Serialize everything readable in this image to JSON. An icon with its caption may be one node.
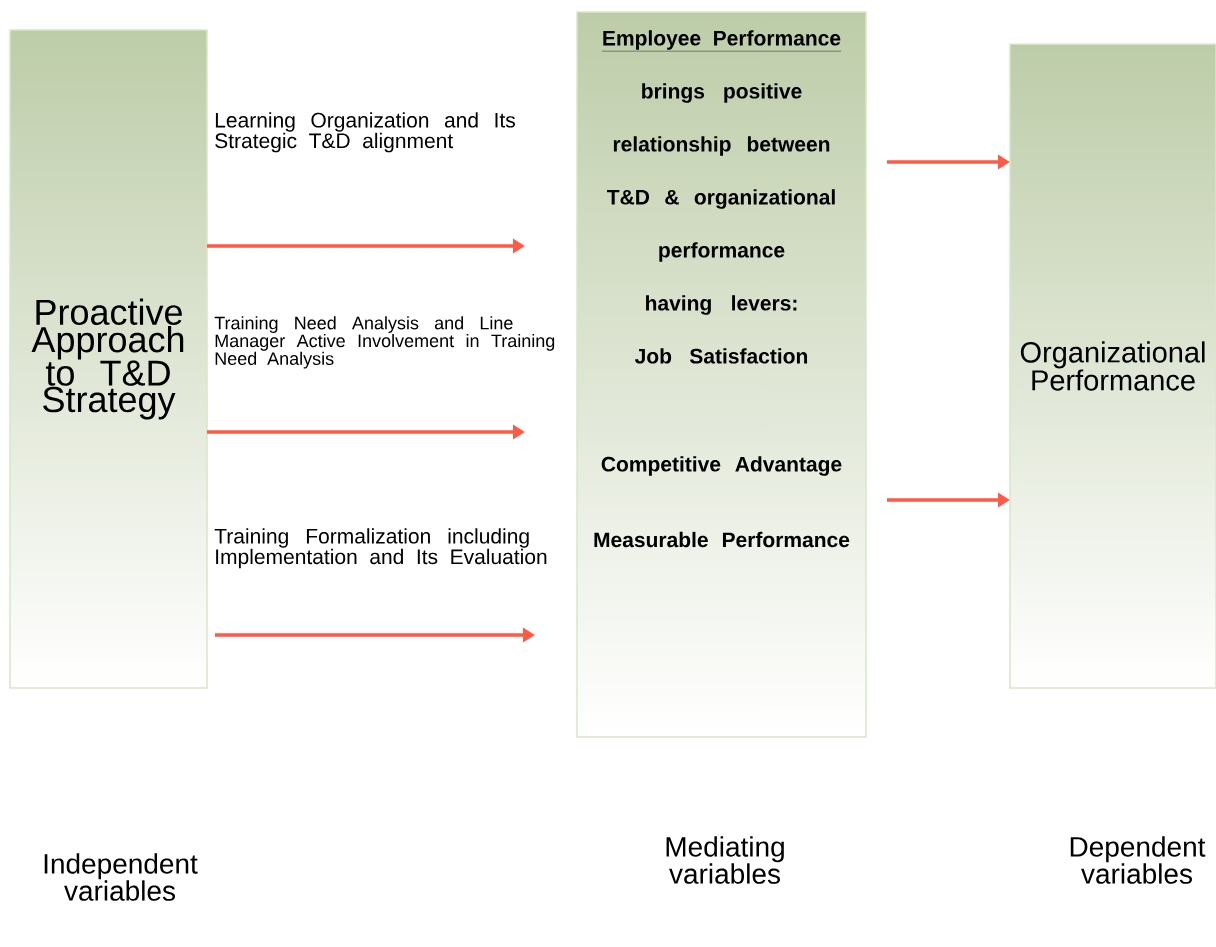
{
  "diagram": {
    "nodes": [
      {
        "text": [
          "Proactive Approach to T&D Strategy"
        ]
      },
      {
        "text": [
          "Employee Performance",
          "brings positive relationship between T&D & organizational performance having levers:",
          "Job Satisfaction",
          "Competitive Advantage",
          "Measurable Performance"
        ]
      },
      {
        "text": [
          "Organizational Performance"
        ]
      }
    ],
    "edges": [
      {
        "from": 0,
        "to": 1,
        "arrow": "to",
        "label": "Learning Organization and Its Strategic T&D alignment"
      },
      {
        "from": 0,
        "to": 1,
        "arrow": "to",
        "label": "Training Need Analysis and Line Manager Active Involvement in Training Need Analysis"
      },
      {
        "from": 0,
        "to": 1,
        "arrow": "to",
        "label": "Training Formalization including Implementation and Its Evaluation"
      },
      {
        "from": 1,
        "to": 2,
        "arrow": "to"
      },
      {
        "from": 1,
        "to": 2,
        "arrow": "to"
      }
    ],
    "labels": [
      "Independent variables",
      "Mediating variables",
      "Dependent variables"
    ]
  }
}
